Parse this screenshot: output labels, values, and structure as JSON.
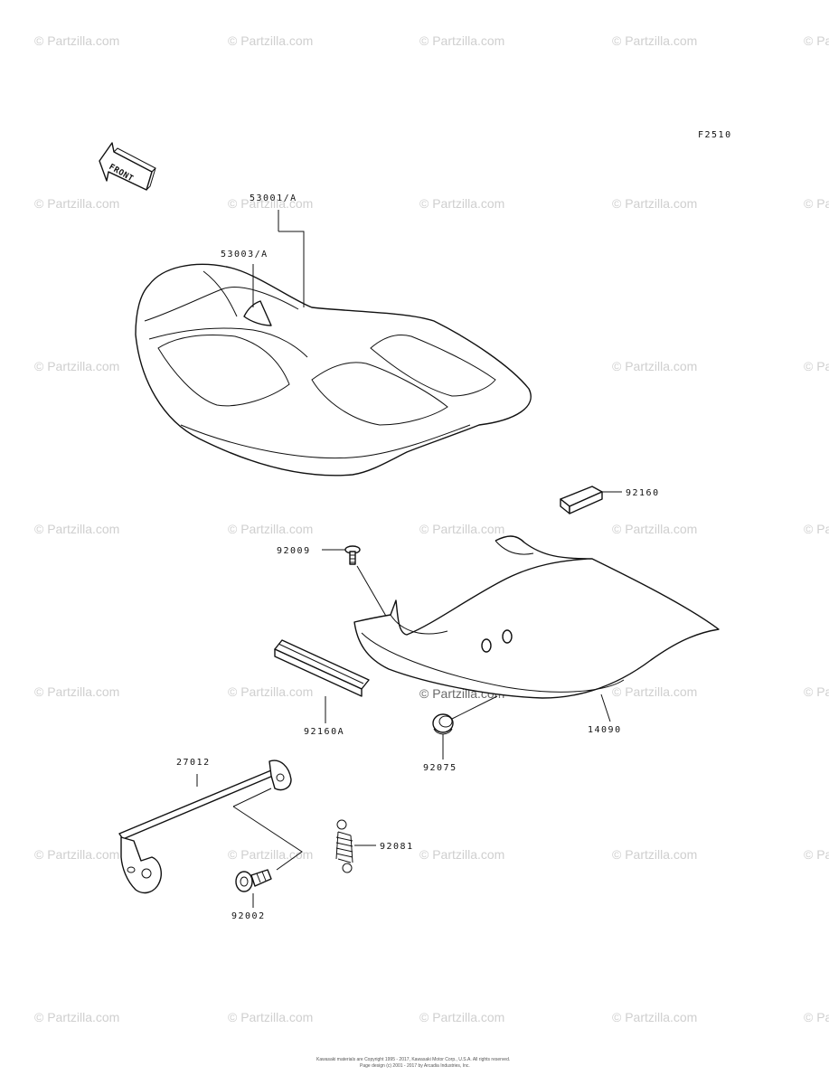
{
  "diagram_code": "F2510",
  "front_arrow_label": "FRONT",
  "parts": {
    "seat": "53001/A",
    "seat_sub": "53003/A",
    "pad_small": "92160",
    "bolt_top": "92009",
    "pad_large": "92160A",
    "grommet": "92075",
    "tail_cover": "14090",
    "hinge_bracket": "27012",
    "spring": "92081",
    "bolt_bottom": "92002"
  },
  "watermark": "© Partzilla.com",
  "footer": {
    "line1": "Kawasaki materials are Copyright 1995 - 2017, Kawasaki Motor Corp., U.S.A. All rights reserved.",
    "line2": "Page design (c) 2001 - 2017 by Arcadia Industries, Inc."
  }
}
